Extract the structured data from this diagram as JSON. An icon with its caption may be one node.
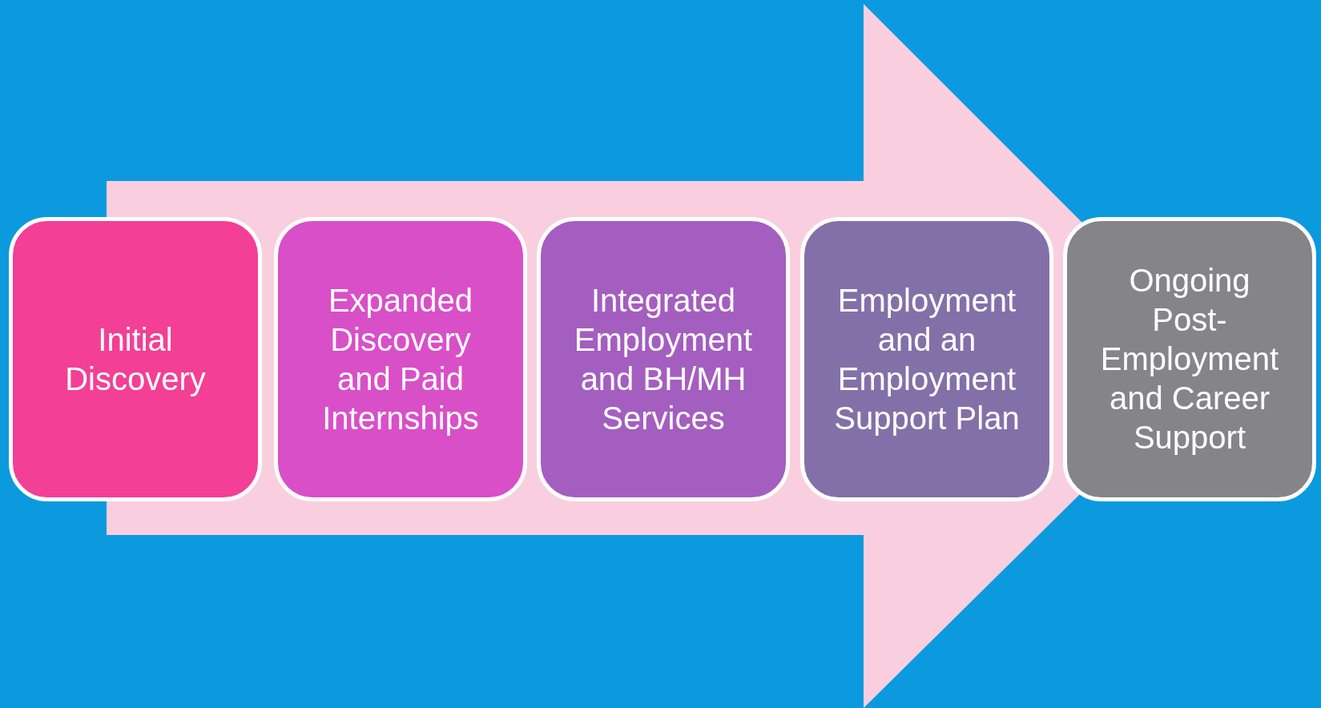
{
  "diagram": {
    "nodes": [
      {
        "text": [
          "Initial Discovery"
        ]
      },
      {
        "text": [
          "Expanded Discovery and Paid Internships"
        ]
      },
      {
        "text": [
          "Integrated Employment and BH/MH Services"
        ]
      },
      {
        "text": [
          "Employment and an Employment Support Plan"
        ]
      },
      {
        "text": [
          "Ongoing Post-Employment and Career Support"
        ]
      }
    ],
    "edges": [
      {
        "from": 0,
        "to": 4,
        "arrow": "to"
      }
    ]
  }
}
